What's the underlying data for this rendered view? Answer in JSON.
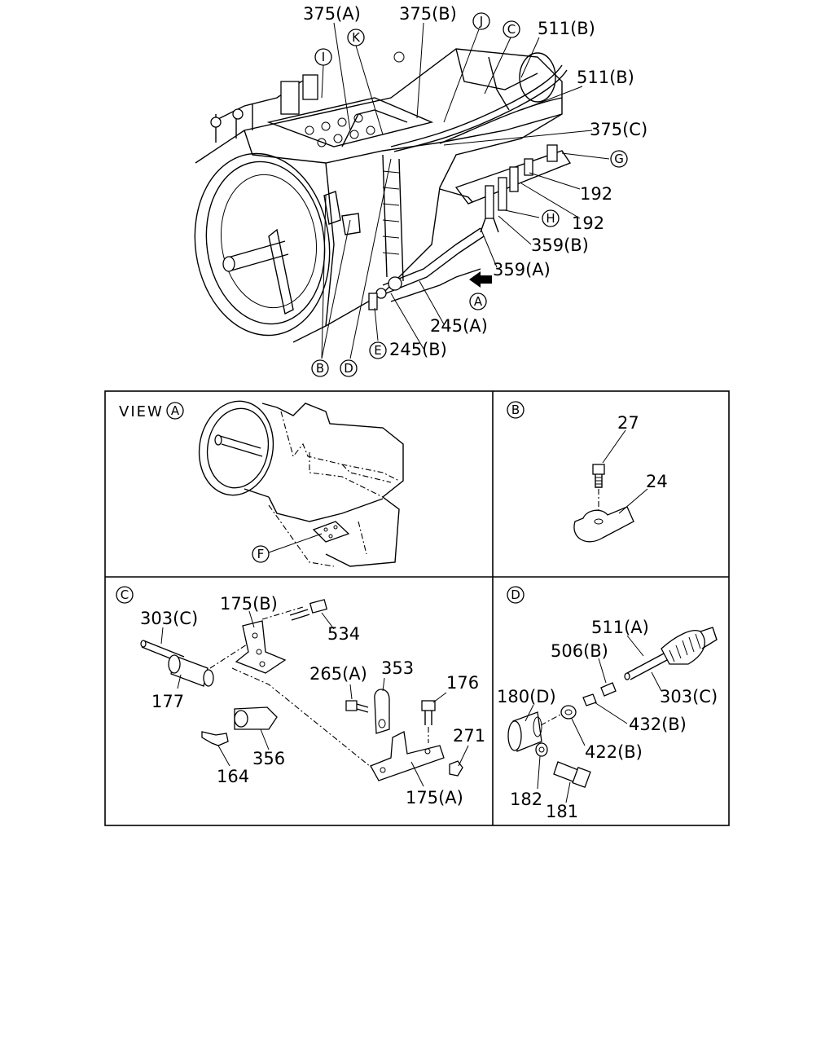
{
  "main_view": {
    "callouts": [
      {
        "id": "p375a",
        "text": "375(A)"
      },
      {
        "id": "p375b",
        "text": "375(B)"
      },
      {
        "id": "p511b_1",
        "text": "511(B)"
      },
      {
        "id": "p511b_2",
        "text": "511(B)"
      },
      {
        "id": "p375c",
        "text": "375(C)"
      },
      {
        "id": "p192_1",
        "text": "192"
      },
      {
        "id": "p192_2",
        "text": "192"
      },
      {
        "id": "p359b",
        "text": "359(B)"
      },
      {
        "id": "p359a",
        "text": "359(A)"
      },
      {
        "id": "p245a",
        "text": "245(A)"
      },
      {
        "id": "p245b",
        "text": "245(B)"
      }
    ],
    "circle_refs": [
      {
        "id": "cI",
        "text": "I"
      },
      {
        "id": "cK",
        "text": "K"
      },
      {
        "id": "cJ",
        "text": "J"
      },
      {
        "id": "cC",
        "text": "C"
      },
      {
        "id": "cG",
        "text": "G"
      },
      {
        "id": "cH",
        "text": "H"
      },
      {
        "id": "cA",
        "text": "A"
      },
      {
        "id": "cE",
        "text": "E"
      },
      {
        "id": "cB",
        "text": "B"
      },
      {
        "id": "cD",
        "text": "D"
      }
    ]
  },
  "panel_view_a": {
    "title": "VIEW",
    "title_ref": "A",
    "ref_f": "F"
  },
  "panel_b": {
    "ref": "B",
    "callouts": [
      {
        "id": "p27",
        "text": "27"
      },
      {
        "id": "p24",
        "text": "24"
      }
    ]
  },
  "panel_c": {
    "ref": "C",
    "callouts": [
      {
        "id": "p303c",
        "text": "303(C)"
      },
      {
        "id": "p175b",
        "text": "175(B)"
      },
      {
        "id": "p534",
        "text": "534"
      },
      {
        "id": "p177",
        "text": "177"
      },
      {
        "id": "p265a",
        "text": "265(A)"
      },
      {
        "id": "p353",
        "text": "353"
      },
      {
        "id": "p176",
        "text": "176"
      },
      {
        "id": "p271",
        "text": "271"
      },
      {
        "id": "p356",
        "text": "356"
      },
      {
        "id": "p164",
        "text": "164"
      },
      {
        "id": "p175a",
        "text": "175(A)"
      }
    ]
  },
  "panel_d": {
    "ref": "D",
    "callouts": [
      {
        "id": "p511a",
        "text": "511(A)"
      },
      {
        "id": "p506b",
        "text": "506(B)"
      },
      {
        "id": "p180d",
        "text": "180(D)"
      },
      {
        "id": "p303c_d",
        "text": "303(C)"
      },
      {
        "id": "p432b",
        "text": "432(B)"
      },
      {
        "id": "p422b",
        "text": "422(B)"
      },
      {
        "id": "p182",
        "text": "182"
      },
      {
        "id": "p181",
        "text": "181"
      }
    ]
  }
}
